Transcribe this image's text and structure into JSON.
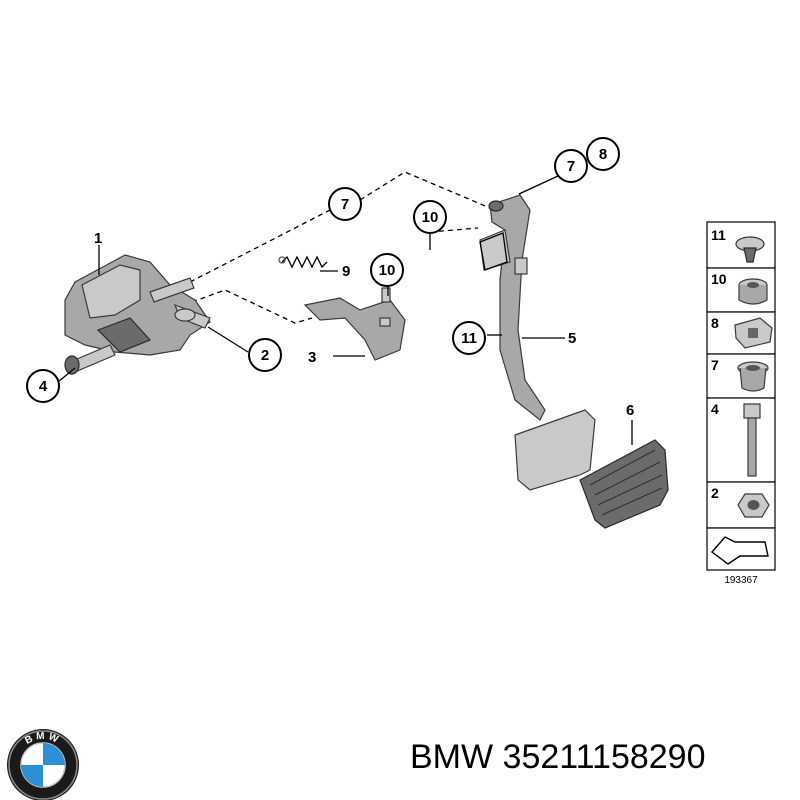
{
  "diagram": {
    "callouts": {
      "c1": "1",
      "c2": "2",
      "c3": "3",
      "c4": "4",
      "c5": "5",
      "c6": "6",
      "c7_top": "7",
      "c7_mid": "7",
      "c8": "8",
      "c9": "9",
      "c10_left": "10",
      "c10_right": "10",
      "c11": "11"
    },
    "legend": {
      "items": [
        "11",
        "10",
        "8",
        "7",
        "4",
        "2"
      ],
      "ref_number": "193367"
    }
  },
  "footer": {
    "brand": "BMW",
    "part_number": "35211158290",
    "logo_letters": "BMW"
  }
}
